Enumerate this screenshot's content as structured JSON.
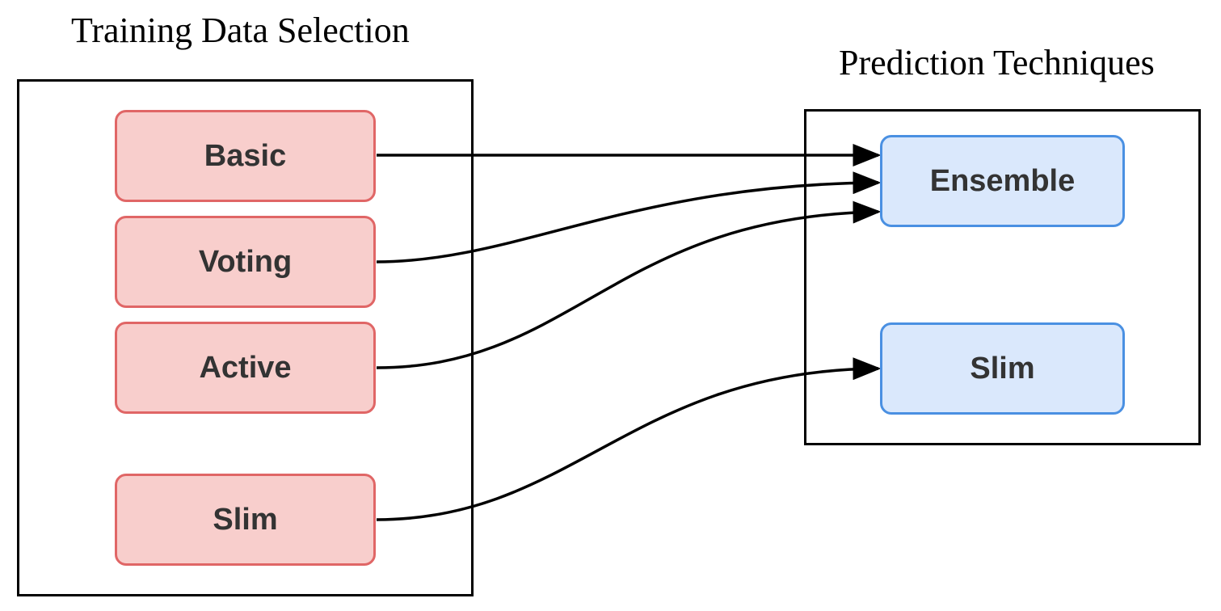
{
  "groups": {
    "left_title": "Training Data Selection",
    "right_title": "Prediction Techniques"
  },
  "training_nodes": [
    "Basic",
    "Voting",
    "Active",
    "Slim"
  ],
  "prediction_nodes": [
    "Ensemble",
    "Slim"
  ],
  "edges": [
    {
      "from": "Basic",
      "to": "Ensemble"
    },
    {
      "from": "Voting",
      "to": "Ensemble"
    },
    {
      "from": "Active",
      "to": "Ensemble"
    },
    {
      "from": "Slim",
      "to": "Slim"
    }
  ],
  "colors": {
    "training_fill": "#f8cecc",
    "training_stroke": "#e06666",
    "prediction_fill": "#dae8fc",
    "prediction_stroke": "#4a90e2",
    "edge": "#000000",
    "node_text": "#333333"
  }
}
